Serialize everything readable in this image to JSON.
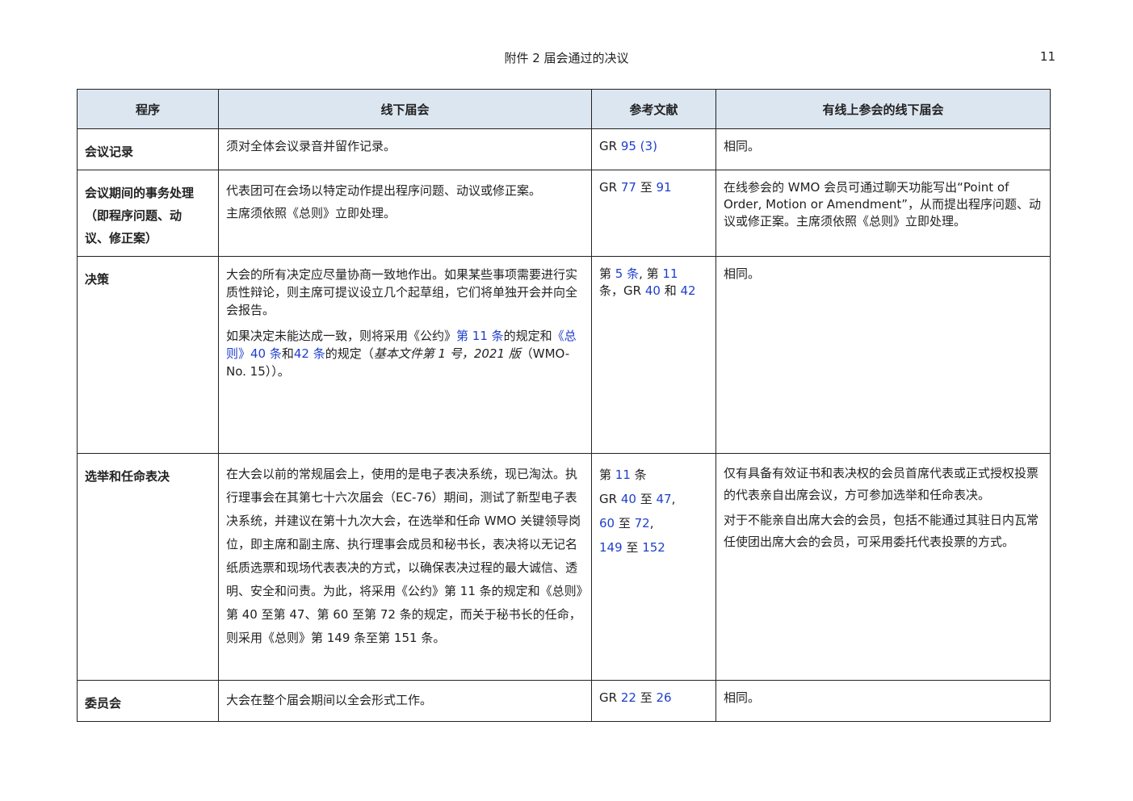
{
  "header": {
    "title": "附件 2  届会通过的决议",
    "page_number": "11"
  },
  "table": {
    "columns": [
      "程序",
      "线下届会",
      "参考文献",
      "有线上参会的线下届会"
    ],
    "rows": {
      "r1": {
        "label": "会议记录",
        "offline": "须对全体会议录音并留作记录。",
        "ref": {
          "a": "GR ",
          "b": "95 (3)"
        },
        "hybrid": "相同。"
      },
      "r2": {
        "label_main": "会议期间的事务处理",
        "label_sub1": "（即程序问题、动",
        "label_sub2": "议、修正案）",
        "offline_p1": "代表团可在会场以特定动作提出程序问题、动议或修正案。",
        "offline_p2": "主席须依照《总则》立即处理。",
        "ref": {
          "a": "GR ",
          "b": "77",
          "c": " 至 ",
          "d": "91"
        },
        "hybrid": "在线参会的 WMO 会员可通过聊天功能写出“Point of Order, Motion or Amendment”，从而提出程序问题、动议或修正案。主席须依照《总则》立即处理。"
      },
      "r3": {
        "label": "决策",
        "offline_p1": "大会的所有决定应尽量协商一致地作出。如果某些事项需要进行实质性辩论，则主席可提议设立几个起草组，它们将单独开会并向全会报告。",
        "offline_p2": {
          "t1": "如果决定未能达成一致，则将采用《公约》",
          "l1": "第 11 条",
          "t2": "的规定和",
          "l2": "《总则》40 条",
          "t3": "和",
          "l3": "42 条",
          "t4": "的规定（",
          "i1": "基本文件第 1 号，2021 版",
          "t5": "（WMO-No. 15））。"
        },
        "ref": {
          "a": "第 ",
          "b": "5 条",
          "c": ", 第 ",
          "d": "11",
          "e": "条，GR ",
          "f": "40",
          "g": " 和 ",
          "h": "42"
        },
        "hybrid": "相同。"
      },
      "r4": {
        "label": "选举和任命表决",
        "offline": "在大会以前的常规届会上，使用的是电子表决系统，现已淘汰。执行理事会在其第七十六次届会（EC-76）期间，测试了新型电子表决系统，并建议在第十九次大会，在选举和任命 WMO 关键领导岗位，即主席和副主席、执行理事会成员和秘书长，表决将以无记名纸质选票和现场代表表决的方式，以确保表决过程的最大诚信、透明、安全和问责。为此，将采用《公约》第 11 条的规定和《总则》第 40 至第 47、第 60 至第 72 条的规定，而关于秘书长的任命，则采用《总则》第 149 条至第 151 条。",
        "ref": {
          "l1a": "第 ",
          "l1b": "11",
          "l1c": " 条",
          "l2a": "GR ",
          "l2b": "40",
          "l2c": " 至 ",
          "l2d": "47",
          "l2e": ",",
          "l3a": "60",
          "l3b": " 至 ",
          "l3c": "72",
          "l3d": ",",
          "l4a": "149",
          "l4b": " 至 ",
          "l4c": "152"
        },
        "hybrid_p1": "仅有具备有效证书和表决权的会员首席代表或正式授权投票的代表亲自出席会议，方可参加选举和任命表决。",
        "hybrid_p2": "对于不能亲自出席大会的会员，包括不能通过其驻日内瓦常任使团出席大会的会员，可采用委托代表投票的方式。"
      },
      "r5": {
        "label": "委员会",
        "offline": "大会在整个届会期间以全会形式工作。",
        "ref": {
          "a": "GR ",
          "b": "22",
          "c": " 至 ",
          "d": "26"
        },
        "hybrid": "相同。"
      }
    }
  }
}
